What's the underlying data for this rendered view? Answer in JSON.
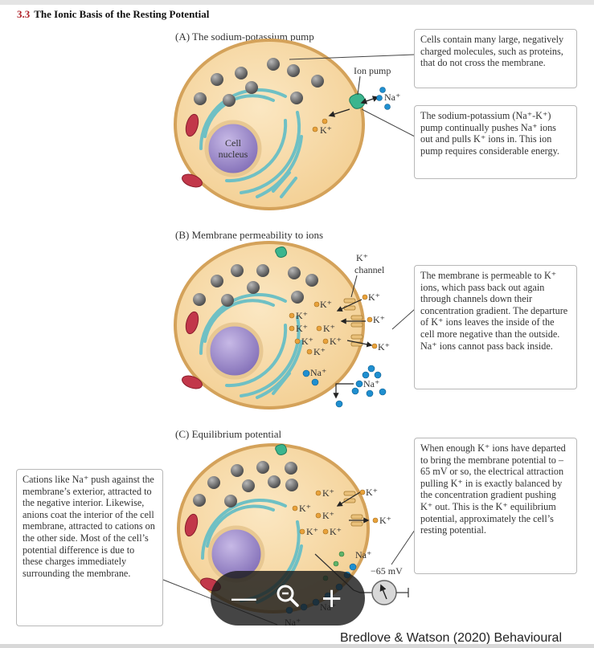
{
  "figure": {
    "number": "3.3",
    "title": "The Ionic Basis of the Resting Potential"
  },
  "panels": {
    "a": {
      "label": "(A)  The sodium-potassium pump",
      "labels": {
        "ion_pump": "Ion pump",
        "na": "Na⁺",
        "k": "K⁺",
        "nucleus_line1": "Cell",
        "nucleus_line2": "nucleus"
      },
      "callouts": [
        "Cells contain many large, negatively charged molecules, such as proteins, that do not cross the membrane.",
        "The sodium-potassium (Na⁺-K⁺) pump continually pushes Na⁺ ions out and pulls K⁺ ions in. This ion pump requires considerable energy."
      ]
    },
    "b": {
      "label": "(B)  Membrane permeability to ions",
      "labels": {
        "k_channel_line1": "K⁺",
        "k_channel_line2": "channel",
        "k": "K⁺",
        "na": "Na⁺"
      },
      "callouts": [
        "The membrane is permeable to K⁺ ions, which pass back out again through channels down their concentration gradient. The departure of K⁺ ions leaves the inside of the cell more negative than the outside. Na⁺ ions cannot pass back inside."
      ]
    },
    "c": {
      "label": "(C)  Equilibrium potential",
      "labels": {
        "k": "K⁺",
        "na": "Na⁺",
        "voltage": "−65 mV"
      },
      "callouts": [
        "When enough K⁺ ions have departed to bring the membrane potential to –65 mV or so, the electrical attraction pulling K⁺ in is exactly balanced by the concentration gradient pushing K⁺ out. This is the K⁺ equilibrium potential, approximately the cell’s resting potential.",
        "Cations like Na⁺ push against the membrane’s exterior, attracted to the negative interior. Likewise, anions coat the interior of the cell membrane, attracted to cations on the other side. Most of the cell’s potential difference is due to these charges immediately surrounding the membrane."
      ]
    }
  },
  "zoom_controls": {
    "zoom_out": "—",
    "zoom_icon": "magnifier-minus",
    "zoom_in": "+"
  },
  "citation": "Bredlove & Watson (2020) Behavioural",
  "colors": {
    "cytoplasm": "#f6d9a4",
    "membrane": "#d4a25a",
    "nucleus": "#9a86c8",
    "er": "#6fc0c4",
    "anion": "#6a6a6a",
    "k_ion": "#e9a23b",
    "na_ion": "#1f8fd0",
    "pump": "#3bb58e",
    "title_number": "#b0232a"
  }
}
